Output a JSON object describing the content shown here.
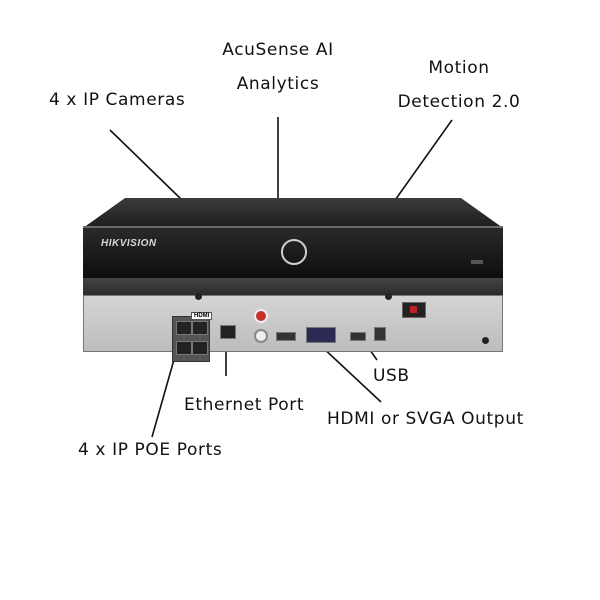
{
  "callouts": {
    "ip_cameras": "4 x IP Cameras",
    "acusense_line1": "AcuSense AI",
    "acusense_line2": "Analytics",
    "motion_line1": "Motion",
    "motion_line2": "Detection 2.0",
    "usb": "USB",
    "ethernet": "Ethernet Port",
    "hdmi_svga": "HDMI or SVGA Output",
    "poe_ports": "4 x IP POE Ports"
  },
  "device": {
    "brand": "HIKVISION",
    "hdmi_badge": "HDMI"
  },
  "colors": {
    "text": "#111111",
    "chassis": "#1c1c1c",
    "rear_panel": "#c8c8c8",
    "audio_jack": "#c4332b"
  }
}
